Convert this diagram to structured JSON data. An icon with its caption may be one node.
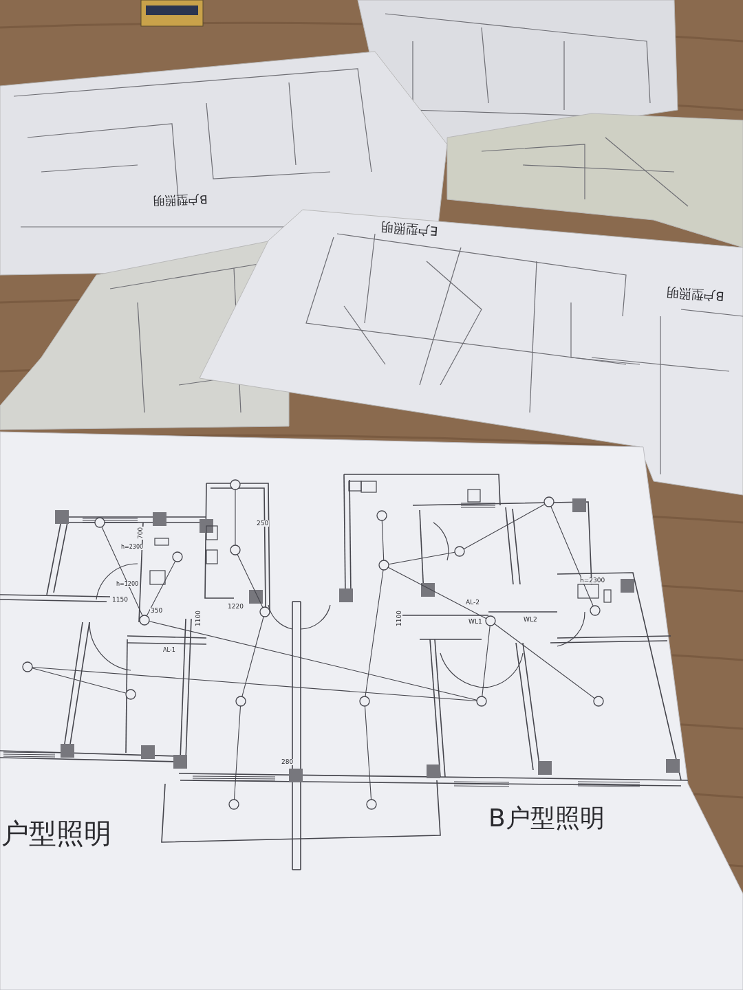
{
  "diagram": {
    "labels": [
      "700",
      "h=2300",
      "h=1200",
      "1150",
      "350",
      "250",
      "1220",
      "1100",
      "AL-1",
      "1100",
      "AL-2",
      "WL1",
      "WL2",
      "h=2300",
      "280",
      "户型照明",
      "B户型照明",
      "E户型照明",
      "B户型照明",
      "B户型照明"
    ]
  }
}
